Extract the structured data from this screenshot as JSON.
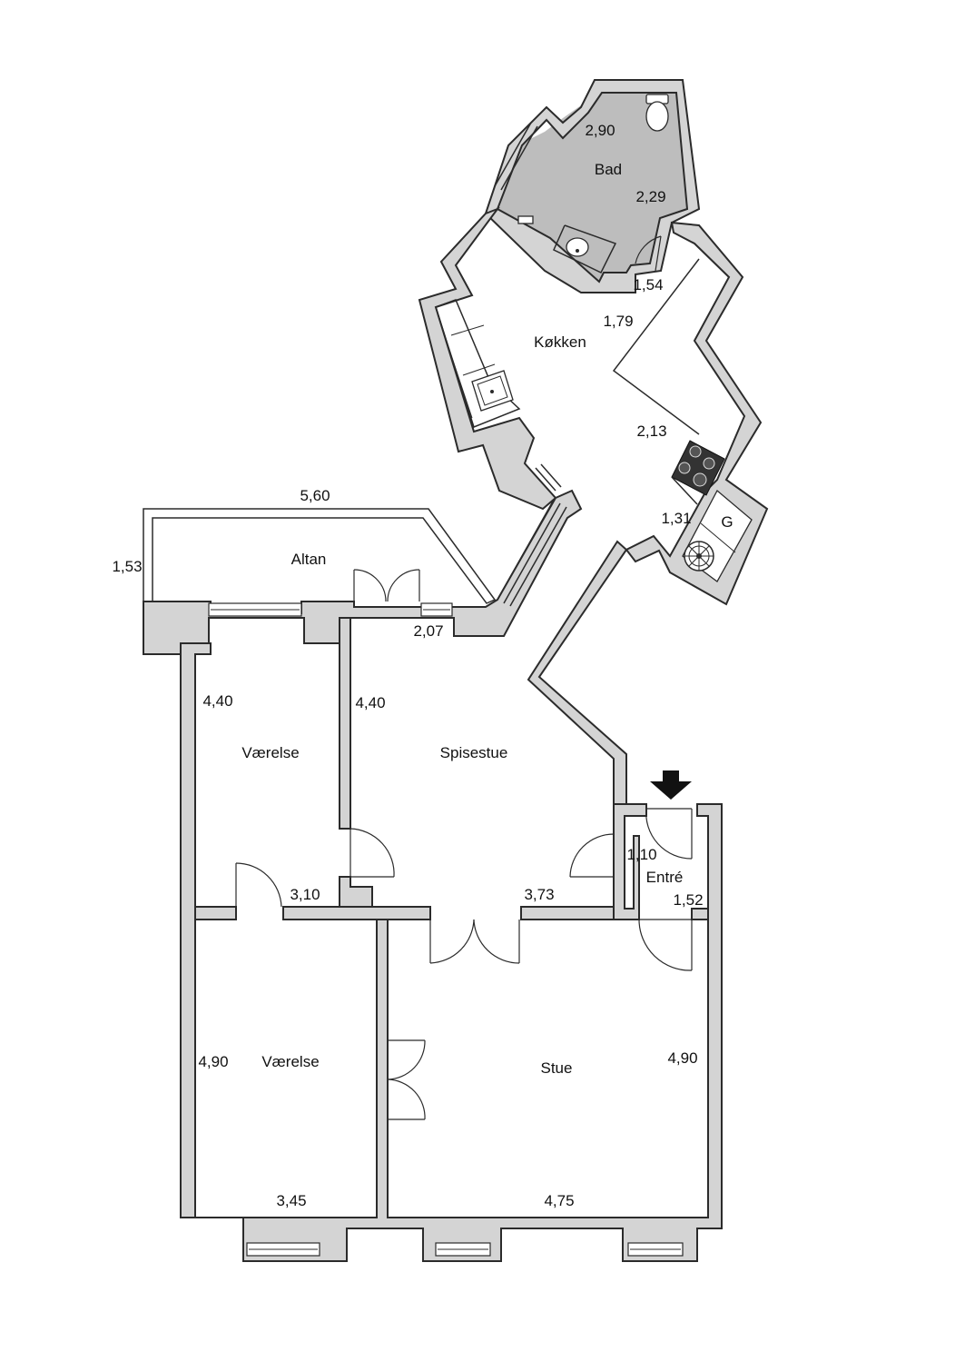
{
  "rooms": {
    "bad": "Bad",
    "kokken": "Køkken",
    "altan": "Altan",
    "vaerelse_top": "Værelse",
    "spisestue": "Spisestue",
    "entre": "Entré",
    "vaerelse_bottom": "Værelse",
    "stue": "Stue",
    "gas_meter": "G"
  },
  "dimensions": {
    "bad_width": "2,90",
    "bad_depth": "2,29",
    "bad_door": "1,54",
    "kokken_width": "1,79",
    "kokken_depth": "2,13",
    "kokken_end": "1,31",
    "altan_length": "5,60",
    "altan_depth": "1,53",
    "altan_door": "2,07",
    "vaerelse_top_depth": "4,40",
    "spisestue_depth": "4,40",
    "vaerelse_top_width": "3,10",
    "spisestue_width": "3,73",
    "entre_width": "1,10",
    "entre_depth": "1,52",
    "vaerelse_bottom_depth": "4,90",
    "stue_depth": "4,90",
    "vaerelse_bottom_width": "3,45",
    "stue_width": "4,75"
  },
  "colors": {
    "wall_fill": "#d4d4d4",
    "bathroom_floor": "#bdbdbd",
    "line": "#2b2b2b"
  },
  "icons": [
    "entrance-arrow-icon",
    "toilet-icon",
    "sink-icon",
    "stove-icon",
    "fan-icon"
  ]
}
